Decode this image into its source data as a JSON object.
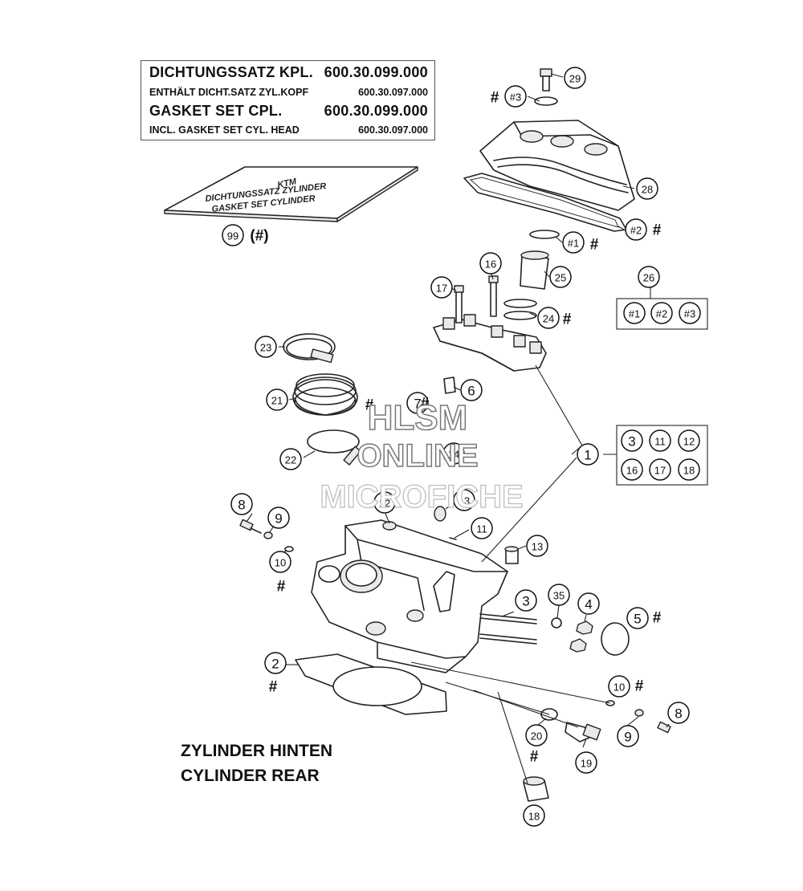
{
  "header": {
    "line1_label": "DICHTUNGSSATZ KPL.",
    "line1_number": "600.30.099.000",
    "line2_label": "ENTHÄLT DICHT.SATZ ZYL.KOPF",
    "line2_number": "600.30.097.000",
    "line3_label": "GASKET SET CPL.",
    "line3_number": "600.30.099.000",
    "line4_label": "INCL. GASKET SET CYL. HEAD",
    "line4_number": "600.30.097.000"
  },
  "gasket_card": {
    "logo": "KTM",
    "line1": "DICHTUNGSSATZ ZYLINDER",
    "line2": "GASKET SET CYLINDER",
    "ref_label": "(#)"
  },
  "caption": {
    "line1": "ZYLINDER HINTEN",
    "line2": "CYLINDER REAR"
  },
  "watermark": {
    "line1": "HLSM",
    "line2": "ONLINE",
    "line3": "MICROFICHE"
  },
  "callouts": [
    {
      "label": "29"
    },
    {
      "label": "#3"
    },
    {
      "label": "28"
    },
    {
      "label": "#2"
    },
    {
      "label": "#1"
    },
    {
      "label": "16"
    },
    {
      "label": "25"
    },
    {
      "label": "17"
    },
    {
      "label": "24"
    },
    {
      "label": "26"
    },
    {
      "label": "#1"
    },
    {
      "label": "#2"
    },
    {
      "label": "#3"
    },
    {
      "label": "99"
    },
    {
      "label": "23"
    },
    {
      "label": "21"
    },
    {
      "label": "6"
    },
    {
      "label": "7"
    },
    {
      "label": "22"
    },
    {
      "label": "14"
    },
    {
      "label": "1"
    },
    {
      "label": "3"
    },
    {
      "label": "11"
    },
    {
      "label": "12"
    },
    {
      "label": "16"
    },
    {
      "label": "17"
    },
    {
      "label": "18"
    },
    {
      "label": "8"
    },
    {
      "label": "9"
    },
    {
      "label": "12"
    },
    {
      "label": "13"
    },
    {
      "label": "10"
    },
    {
      "label": "11"
    },
    {
      "label": "13"
    },
    {
      "label": "3"
    },
    {
      "label": "35"
    },
    {
      "label": "4"
    },
    {
      "label": "5"
    },
    {
      "label": "2"
    },
    {
      "label": "10"
    },
    {
      "label": "8"
    },
    {
      "label": "20"
    },
    {
      "label": "9"
    },
    {
      "label": "19"
    },
    {
      "label": "18"
    }
  ],
  "hash_marks": [
    {
      "text": "#"
    },
    {
      "text": "#"
    },
    {
      "text": "#"
    },
    {
      "text": "#"
    },
    {
      "text": "#"
    },
    {
      "text": "#"
    },
    {
      "text": "#"
    },
    {
      "text": "#"
    },
    {
      "text": "#"
    },
    {
      "text": "#"
    },
    {
      "text": "#"
    }
  ]
}
